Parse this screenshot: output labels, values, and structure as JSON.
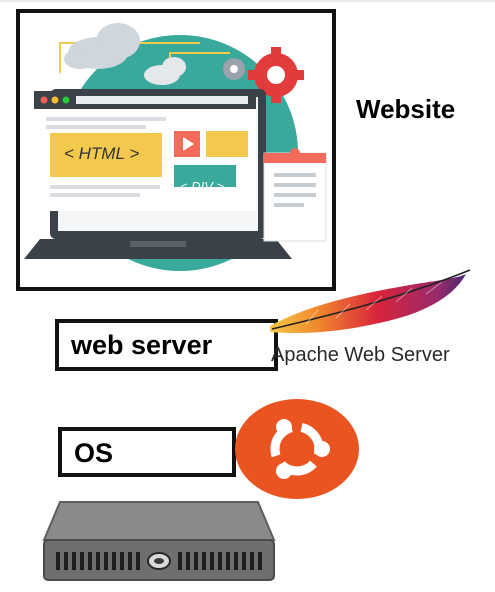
{
  "labels": {
    "website": "Website",
    "web_server": "web server",
    "os": "OS",
    "apache": "Apache Web Server"
  },
  "illustration": {
    "html_tag": "< HTML >",
    "div_tag": "< DIV >"
  },
  "icons": {
    "website": "laptop-webpage-illustration",
    "apache": "apache-feather-logo",
    "os": "ubuntu-logo",
    "hardware": "server-rack-icon"
  },
  "colors": {
    "frame": "#111111",
    "ubuntu_orange": "#e95420",
    "feather_red": "#d8243b",
    "feather_purple": "#6b2a7a",
    "server_gray": "#7d7d7d"
  }
}
